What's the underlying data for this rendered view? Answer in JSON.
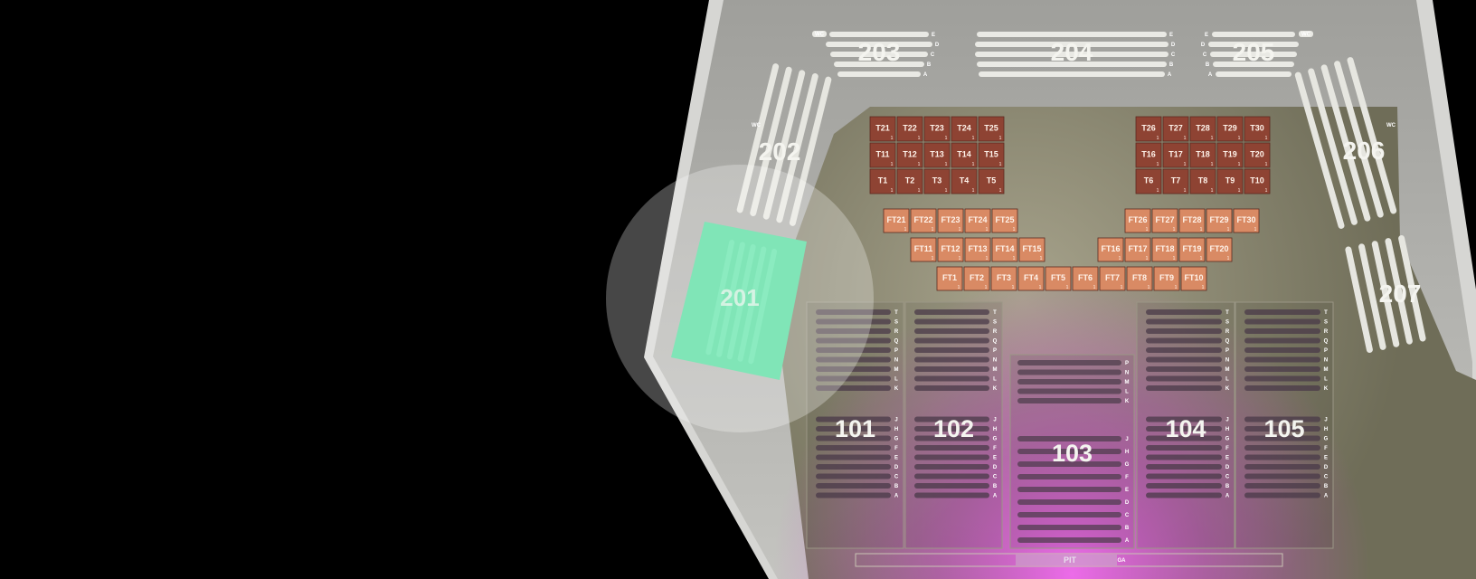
{
  "map": {
    "upper_sections": [
      {
        "name": "201",
        "state": "selected"
      },
      {
        "name": "202"
      },
      {
        "name": "203"
      },
      {
        "name": "204"
      },
      {
        "name": "205"
      },
      {
        "name": "206"
      },
      {
        "name": "207"
      }
    ],
    "lower_sections": [
      "101",
      "102",
      "103",
      "104",
      "105"
    ],
    "rows_sections_tall": [
      "T",
      "S",
      "R",
      "Q",
      "P",
      "N",
      "M",
      "L",
      "K",
      "J",
      "H",
      "G",
      "F",
      "E",
      "D",
      "C",
      "B",
      "A"
    ],
    "rows_section_103_back": [
      "P",
      "N",
      "M",
      "L",
      "K"
    ],
    "rows_section_103_front": [
      "J",
      "H",
      "G",
      "F",
      "E",
      "D",
      "C",
      "B",
      "A"
    ],
    "rows_203": [
      "E",
      "D",
      "C",
      "B",
      "A"
    ],
    "rows_204": [
      "E",
      "D",
      "C",
      "B",
      "A"
    ],
    "rows_205": [
      "E",
      "D",
      "C",
      "B",
      "A"
    ],
    "restroom_label": "WC",
    "pit_label": "PIT",
    "pit_sub_label": "GA",
    "tables_left": [
      [
        "T21",
        "T22",
        "T23",
        "T24",
        "T25"
      ],
      [
        "T11",
        "T12",
        "T13",
        "T14",
        "T15"
      ],
      [
        "T1",
        "T2",
        "T3",
        "T4",
        "T5"
      ]
    ],
    "tables_right": [
      [
        "T26",
        "T27",
        "T28",
        "T29",
        "T30"
      ],
      [
        "T16",
        "T17",
        "T18",
        "T19",
        "T20"
      ],
      [
        "T6",
        "T7",
        "T8",
        "T9",
        "T10"
      ]
    ],
    "floor_tables_row1_left": [
      "FT21",
      "FT22",
      "FT23",
      "FT24",
      "FT25"
    ],
    "floor_tables_row1_right": [
      "FT26",
      "FT27",
      "FT28",
      "FT29",
      "FT30"
    ],
    "floor_tables_row2_left": [
      "FT11",
      "FT12",
      "FT13",
      "FT14",
      "FT15"
    ],
    "floor_tables_row2_right": [
      "FT16",
      "FT17",
      "FT18",
      "FT19",
      "FT20"
    ],
    "floor_tables_row3": [
      "FT1",
      "FT2",
      "FT3",
      "FT4",
      "FT5",
      "FT6",
      "FT7",
      "FT8",
      "FT9",
      "FT10"
    ],
    "table_seat_count": "1",
    "colors": {
      "background": "#000000",
      "floor": "#8c8a73",
      "upper_deck": "#b2b2ae",
      "outer_wall": "#d4d4d1",
      "selected_section": "#4fdc9c",
      "table_dark": "#8e4333",
      "floor_table": "#d98a64",
      "stage_glow": "#e84be6"
    }
  }
}
